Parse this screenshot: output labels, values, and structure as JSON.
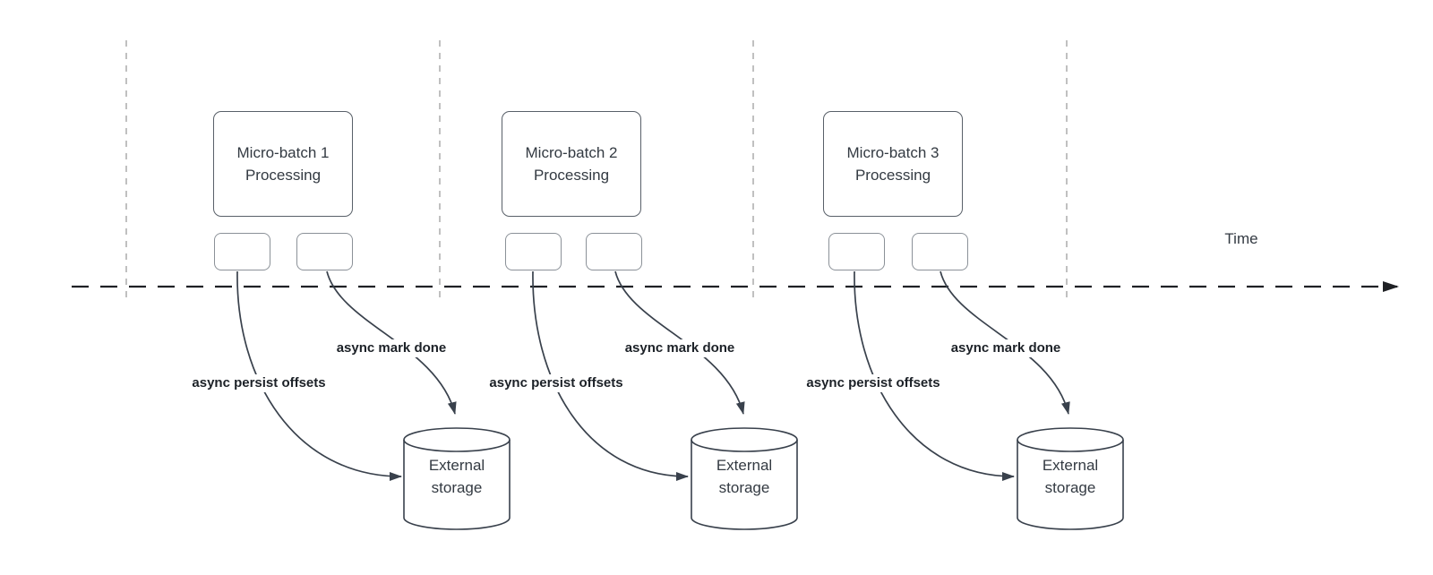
{
  "diagram": {
    "timeline": {
      "label": "Time"
    },
    "batches": [
      {
        "title": "Micro-batch 1 Processing",
        "persist_label": "async persist offsets",
        "done_label": "async mark done",
        "storage_label": "External storage"
      },
      {
        "title": "Micro-batch 2 Processing",
        "persist_label": "async persist offsets",
        "done_label": "async mark done",
        "storage_label": "External storage"
      },
      {
        "title": "Micro-batch 3 Processing",
        "persist_label": "async persist offsets",
        "done_label": "async mark done",
        "storage_label": "External storage"
      }
    ]
  },
  "colors": {
    "stroke_dark": "#39414c",
    "timeline": "#1f2125",
    "guide": "#ababab",
    "box_border": "#596069",
    "small_box_border": "#8b9198",
    "text": "#333a42",
    "label_text": "#1c2127",
    "bg": "#ffffff"
  }
}
